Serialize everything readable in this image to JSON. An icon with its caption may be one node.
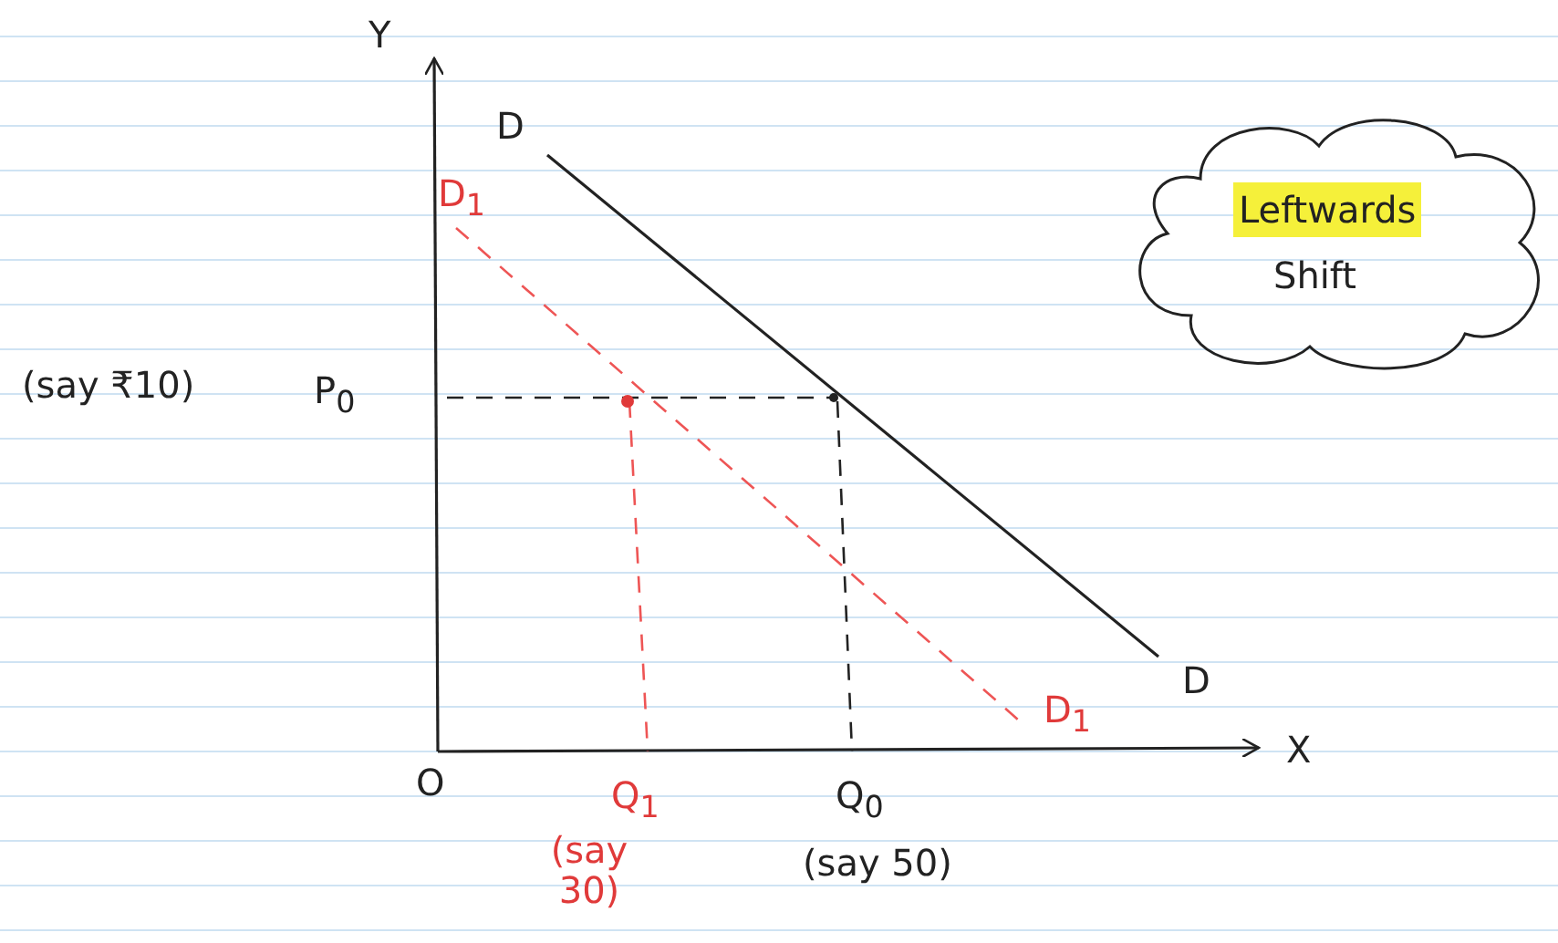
{
  "diagram": {
    "nodes": [
      {
        "text": [
          "Leftwards",
          "Shift"
        ]
      }
    ],
    "edges": [],
    "labels": [
      "Y",
      "D",
      "D$_{1}$",
      "(say ₹10)",
      "P$_{0}$",
      "D",
      "D$_{1}$",
      "X",
      "O",
      "Q$_{1}$",
      "Q$_{0}$",
      "(say 30)",
      "(say 50)"
    ]
  }
}
